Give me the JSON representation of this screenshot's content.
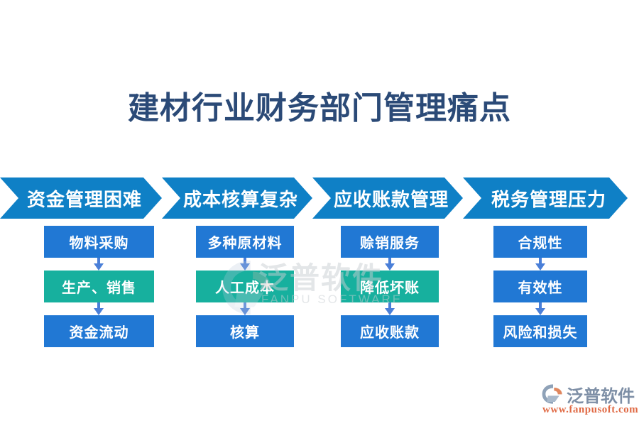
{
  "page": {
    "title": "建材行业财务部门管理痛点",
    "background_color": "#ffffff",
    "title_color": "#2b4a77"
  },
  "colors": {
    "chevron_blue": "#0f80c6",
    "node_blue": "#2178d4",
    "node_teal": "#17b09e",
    "arrow_blue": "#4a7fd8",
    "watermark_gray": "#c9ced3",
    "logo_text_gray": "#7e8fa6",
    "logo_url_orange": "#e06a45"
  },
  "banners": [
    {
      "label": "资金管理困难",
      "icon": "chevron-right-icon"
    },
    {
      "label": "成本核算复杂",
      "icon": "chevron-right-icon"
    },
    {
      "label": "应收账款管理",
      "icon": "chevron-right-icon"
    },
    {
      "label": "税务管理压力",
      "icon": "chevron-right-icon"
    }
  ],
  "columns": [
    {
      "header": "资金管理困难",
      "nodes": [
        {
          "label": "物料采购",
          "color": "blue"
        },
        {
          "label": "生产、销售",
          "color": "teal"
        },
        {
          "label": "资金流动",
          "color": "blue"
        }
      ]
    },
    {
      "header": "成本核算复杂",
      "nodes": [
        {
          "label": "多种原材料",
          "color": "blue"
        },
        {
          "label": "人工成本",
          "color": "teal"
        },
        {
          "label": "核算",
          "color": "blue"
        }
      ]
    },
    {
      "header": "应收账款管理",
      "nodes": [
        {
          "label": "赊销服务",
          "color": "blue"
        },
        {
          "label": "降低坏账",
          "color": "teal"
        },
        {
          "label": "应收账款",
          "color": "blue"
        }
      ]
    },
    {
      "header": "税务管理压力",
      "nodes": [
        {
          "label": "合规性",
          "color": "blue"
        },
        {
          "label": "有效性",
          "color": "blue"
        },
        {
          "label": "风险和损失",
          "color": "blue"
        }
      ]
    }
  ],
  "watermark": {
    "cn_text": "泛普软件",
    "en_text": "FANPU SOFTWARE",
    "icon": "fanpu-logo-mark-icon"
  },
  "logo": {
    "cn_text": "泛普软件",
    "url_text": "www.fanpusoft.com",
    "icon": "fanpu-logo-mark-icon"
  }
}
